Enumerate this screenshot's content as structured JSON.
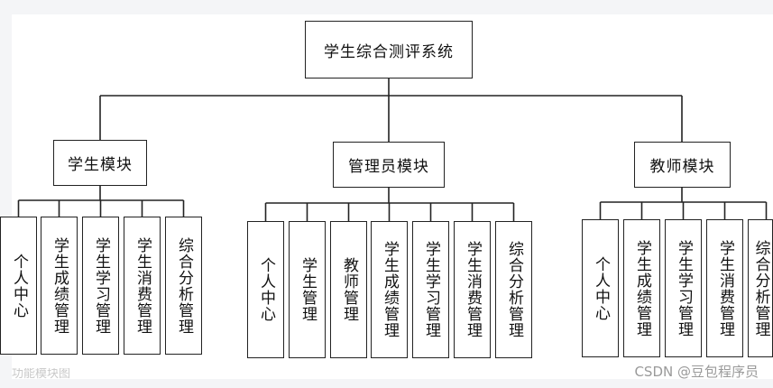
{
  "root": {
    "label": "学生综合测评系统"
  },
  "modules": [
    {
      "label": "学生模块",
      "children": [
        "个人中心",
        "学生成绩管理",
        "学生学习管理",
        "学生消费管理",
        "综合分析管理"
      ]
    },
    {
      "label": "管理员模块",
      "children": [
        "个人中心",
        "学生管理",
        "教师管理",
        "学生成绩管理",
        "学生学习管理",
        "学生消费管理",
        "综合分析管理"
      ]
    },
    {
      "label": "教师模块",
      "children": [
        "个人中心",
        "学生成绩管理",
        "学生学习管理",
        "学生消费管理",
        "综合分析管理"
      ]
    }
  ],
  "caption": "功能模块图",
  "watermark": "CSDN @豆包程序员"
}
